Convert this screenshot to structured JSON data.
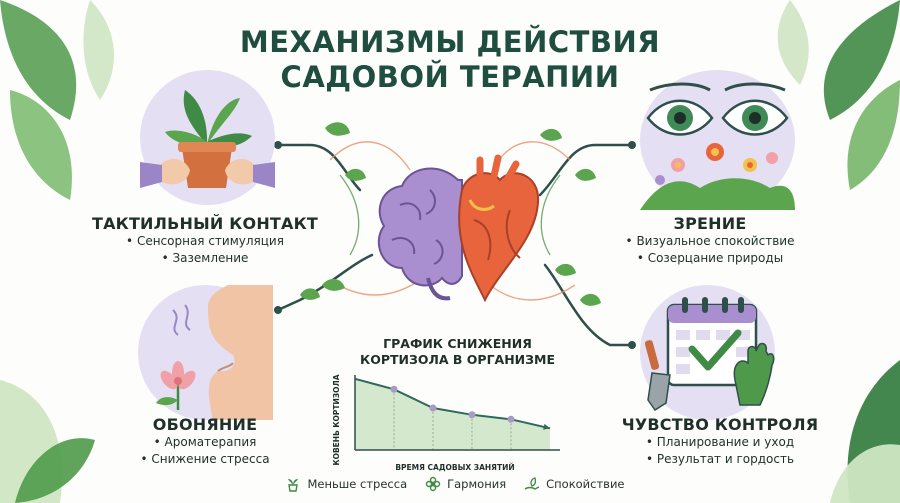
{
  "title": {
    "line1": "МЕХАНИЗМЫ ДЕЙСТВИЯ",
    "line2": "САДОВОЙ ТЕРАПИИ"
  },
  "blocks": {
    "touch": {
      "heading": "ТАКТИЛЬНЫЙ КОНТАКТ",
      "items": [
        "• Сенсорная стимуляция",
        "• Заземление"
      ]
    },
    "smell": {
      "heading": "ОБОНЯНИЕ",
      "items": [
        "• Ароматерапия",
        "• Снижение стресса"
      ]
    },
    "vision": {
      "heading": "ЗРЕНИЕ",
      "items": [
        "• Визуальное спокойствие",
        "• Созерцание природы"
      ]
    },
    "control": {
      "heading": "ЧУВСТВО КОНТРОЛЯ",
      "items": [
        "• Планирование и уход",
        "• Результат и гордость"
      ]
    }
  },
  "chart_title": {
    "line1": "ГРАФИК СНИЖЕНИЯ",
    "line2": "КОРТИЗОЛА В ОРГАНИЗМЕ"
  },
  "chart_data": {
    "type": "area",
    "xlabel": "ВРЕМЯ САДОВЫХ ЗАНЯТИЙ",
    "ylabel": "КОВЕНЬ КОРТИЗОЛА",
    "x": [
      0,
      1,
      2,
      3,
      4,
      5
    ],
    "y": [
      9.5,
      8.1,
      5.6,
      4.7,
      4.1,
      2.9
    ],
    "ylim": [
      0,
      10
    ],
    "grid": false,
    "fill_color": "#cfe6c8",
    "line_color": "#2d6a5a",
    "marker_color": "#a79bc4"
  },
  "legend": [
    {
      "icon": "potted-plant-icon",
      "label": "Меньше стресса"
    },
    {
      "icon": "flower-icon",
      "label": "Гармония"
    },
    {
      "icon": "hand-leaf-icon",
      "label": "Спокойствие"
    }
  ],
  "colors": {
    "title": "#1f4d3f",
    "lavender": "#e4dff2",
    "leaf": "#4f9a4a",
    "line": "#2f4f4a",
    "heart": "#e8643c",
    "brain": "#a98fcf"
  }
}
